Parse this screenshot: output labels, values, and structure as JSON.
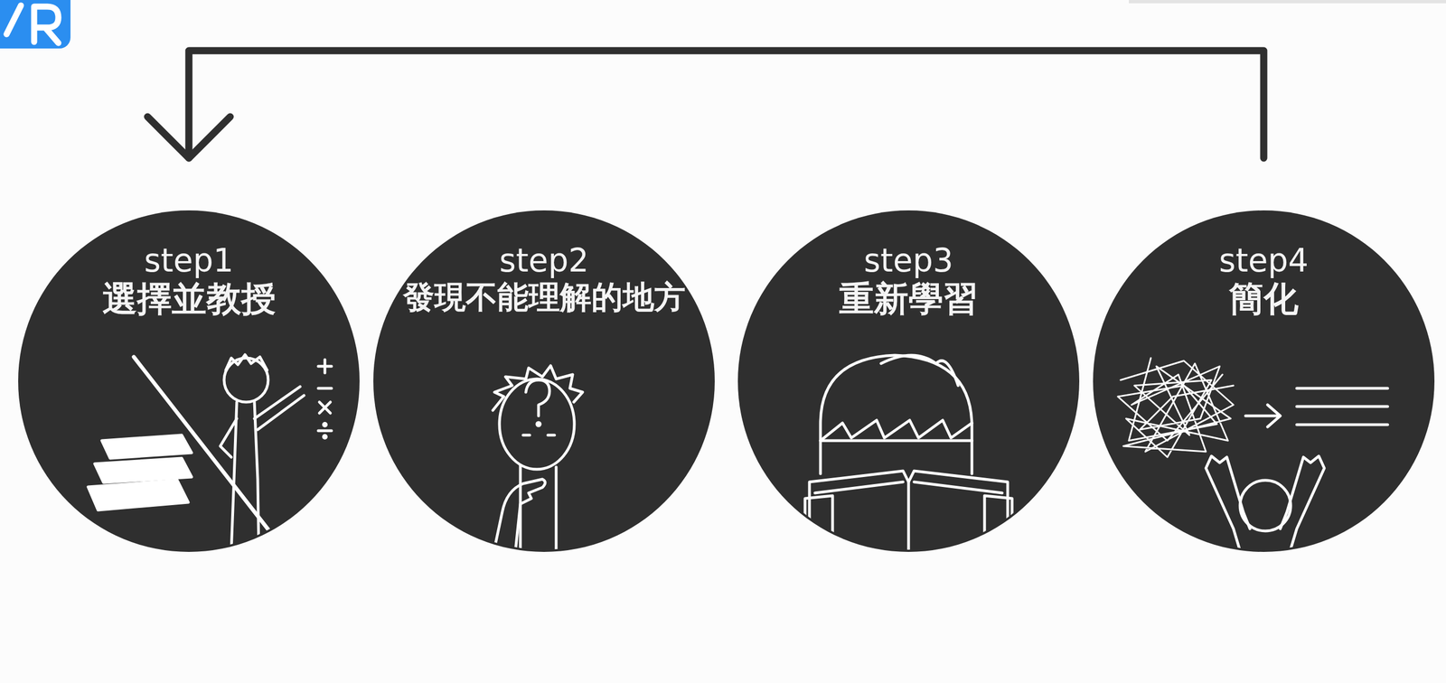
{
  "diagram": {
    "nodes": [
      {
        "text": [
          "step1",
          "選擇並教授"
        ]
      },
      {
        "text": [
          "step2",
          "發現不能理解的地方"
        ]
      },
      {
        "text": [
          "step3",
          "重新學習"
        ]
      },
      {
        "text": [
          "step4",
          "簡化"
        ]
      }
    ],
    "edges": [
      {
        "from": 3,
        "to": 0,
        "arrow": "to"
      }
    ]
  }
}
